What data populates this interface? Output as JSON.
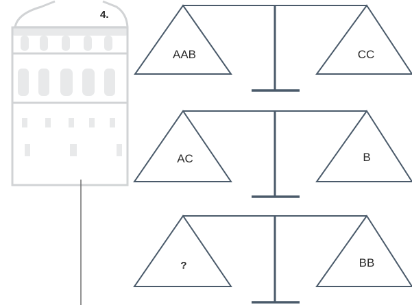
{
  "question_number": "4.",
  "balances": [
    {
      "left": "AAB",
      "right": "CC"
    },
    {
      "left": "AC",
      "right": "B"
    },
    {
      "left": "?",
      "right": "BB"
    }
  ]
}
